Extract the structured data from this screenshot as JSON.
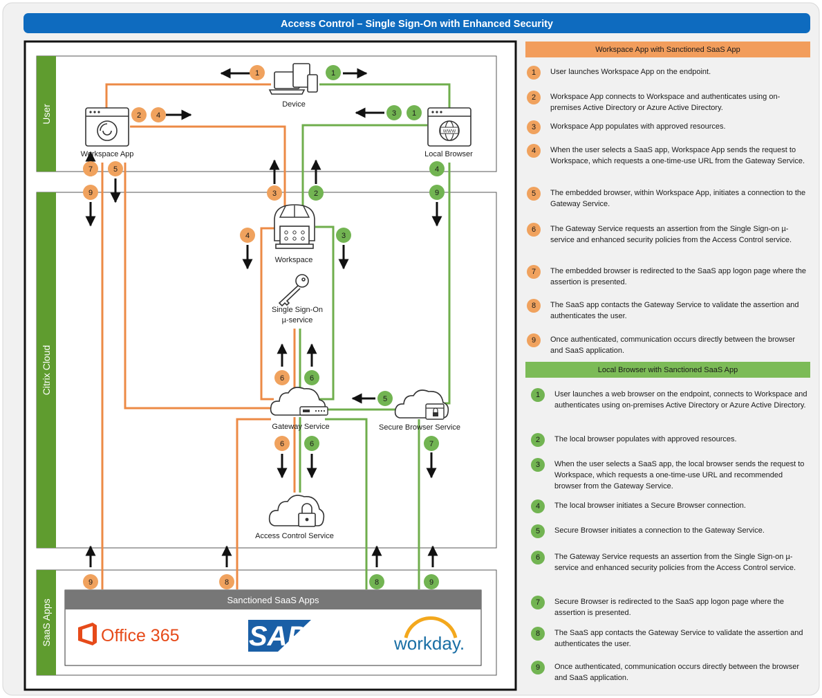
{
  "title": "Access Control – Single Sign-On with Enhanced Security",
  "zones": {
    "user": "User",
    "cloud": "Citrix Cloud",
    "saas": "SaaS Apps"
  },
  "nodes": {
    "device": "Device",
    "workspace_app": "Workspace App",
    "local_browser": "Local Browser",
    "workspace": "Workspace",
    "sso_line1": "Single Sign-On",
    "sso_line2": "µ-service",
    "gateway": "Gateway Service",
    "secure_browser": "Secure Browser Service",
    "acs": "Access Control Service",
    "sanctioned": "Sanctioned SaaS Apps"
  },
  "logos": {
    "office": "Office 365",
    "sap": "SAP",
    "workday": "workday."
  },
  "badges": {
    "b1": "1",
    "b2": "2",
    "b3": "3",
    "b4": "4",
    "b5": "5",
    "b6": "6",
    "b7": "7",
    "b8": "8",
    "b9": "9"
  },
  "orange_header": "Workspace App with Sanctioned SaaS App",
  "orange_steps": [
    {
      "n": "1",
      "text": "User launches Workspace App on the endpoint."
    },
    {
      "n": "2",
      "text": "Workspace App connects to Workspace and authenticates using on-premises Active Directory or Azure Active Directory."
    },
    {
      "n": "3",
      "text": "Workspace App populates with approved resources."
    },
    {
      "n": "4",
      "text": "When the user selects a SaaS app, Workspace App sends the request to Workspace, which requests a one-time-use URL from the Gateway Service."
    },
    {
      "n": "5",
      "text": "The embedded browser, within Workspace App, initiates a connection to the Gateway Service."
    },
    {
      "n": "6",
      "text": "The Gateway Service requests an assertion from the Single Sign-on µ-service and enhanced security policies from the Access Control service."
    },
    {
      "n": "7",
      "text": "The embedded browser is redirected to the SaaS app logon page where the assertion is presented."
    },
    {
      "n": "8",
      "text": "The SaaS app contacts the Gateway Service to validate the assertion and authenticates the user."
    },
    {
      "n": "9",
      "text": "Once authenticated, communication occurs directly between the browser and SaaS application."
    }
  ],
  "green_header": "Local Browser with Sanctioned SaaS App",
  "green_steps": [
    {
      "n": "1",
      "text": "User launches a web browser on the endpoint, connects to Workspace and authenticates using on-premises Active Directory or Azure Active Directory."
    },
    {
      "n": "2",
      "text": "The local browser populates with approved resources."
    },
    {
      "n": "3",
      "text": "When the user selects a SaaS app, the local browser sends the request to Workspace, which requests a one-time-use URL and recommended browser from the Gateway Service."
    },
    {
      "n": "4",
      "text": "The local browser initiates a Secure Browser connection."
    },
    {
      "n": "5",
      "text": "Secure Browser initiates a connection to the Gateway Service."
    },
    {
      "n": "6",
      "text": "The Gateway Service requests an assertion from the Single Sign-on µ-service and enhanced security policies from the Access Control service."
    },
    {
      "n": "7",
      "text": "Secure Browser is redirected to the SaaS app logon page where the assertion is presented."
    },
    {
      "n": "8",
      "text": "The SaaS app contacts the Gateway Service to validate the assertion and authenticates the user."
    },
    {
      "n": "9",
      "text": "Once authenticated, communication occurs directly between the browser and SaaS application."
    }
  ],
  "colors": {
    "orange": "#f0a25e",
    "orange_line": "#ec8a45",
    "green": "#72b452",
    "green_line": "#6fae4c",
    "title_bar": "#0e6bbf",
    "zone": "#5f9c2f"
  }
}
